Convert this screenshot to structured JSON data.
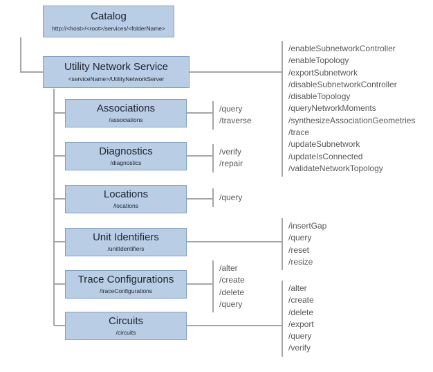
{
  "diagram": {
    "colors": {
      "box_fill": "#b9cde5",
      "box_border": "#7f9fc7",
      "connector_line": "#a6a6a6",
      "operation_text": "#595959"
    },
    "root": {
      "title": "Catalog",
      "subtitle": "http://<host>/<root>/services/<folderName>"
    },
    "service": {
      "title": "Utility Network Service",
      "subtitle": "<serviceName>/UtilityNetworkServer",
      "operations": [
        "/enableSubnetworkController",
        "/enableTopology",
        "/exportSubnetwork",
        "/disableSubnetworkController",
        "/disableTopology",
        "/queryNetworkMoments",
        "/synthesizeAssociationGeometries",
        "/trace",
        "/updateSubnetwork",
        "/updateIsConnected",
        "/validateNetworkTopology"
      ]
    },
    "children": [
      {
        "title": "Associations",
        "subtitle": "/associations",
        "operations": [
          "/query",
          "/traverse"
        ]
      },
      {
        "title": "Diagnostics",
        "subtitle": "/diagnostics",
        "operations": [
          "/verify",
          "/repair"
        ]
      },
      {
        "title": "Locations",
        "subtitle": "/locations",
        "operations": [
          "/query"
        ]
      },
      {
        "title": "Unit Identifiers",
        "subtitle": "/unitIdentifiers",
        "operations": [
          "/insertGap",
          "/query",
          "/reset",
          "/resize"
        ]
      },
      {
        "title": "Trace Configurations",
        "subtitle": "/traceConfigurations",
        "operations": [
          "/alter",
          "/create",
          "/delete",
          "/query"
        ]
      },
      {
        "title": "Circuits",
        "subtitle": "/circuits",
        "operations": [
          "/alter",
          "/create",
          "/delete",
          "/export",
          "/query",
          "/verify"
        ]
      }
    ]
  }
}
